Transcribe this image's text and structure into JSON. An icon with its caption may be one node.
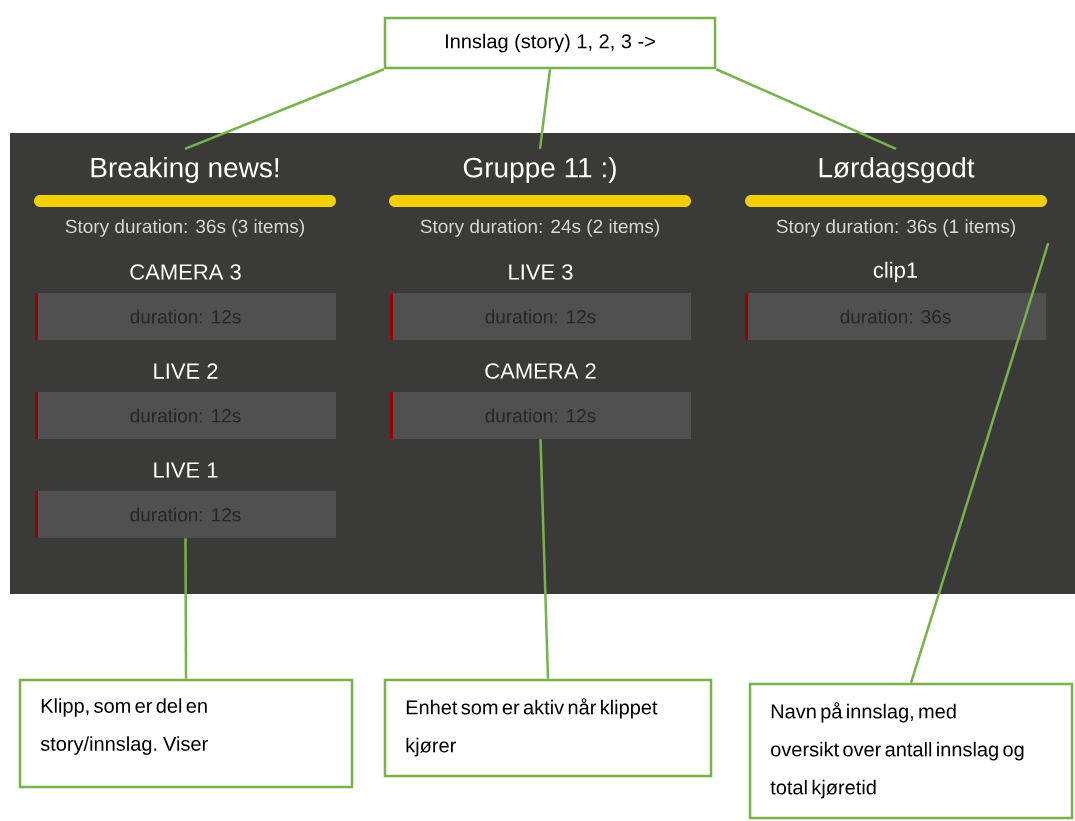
{
  "diagram": {
    "nodes": [
      {
        "text": [
          "Innslag (story) 1, 2, 3 ->"
        ]
      },
      {
        "text": [],
        "shape": "box"
      },
      {
        "text": [
          "Breaking news!",
          "Story duration: 36s (3 items)"
        ],
        "in": 1
      },
      {
        "text": [
          "Gruppe 11 :)",
          "Story duration: 24s (2 items)"
        ],
        "in": 1
      },
      {
        "text": [
          "Lørdagsgodt",
          "Story duration: 36s (1 items)"
        ],
        "in": 1
      },
      {
        "text": [
          "CAMERA 3",
          "duration: 12s"
        ],
        "in": 1
      },
      {
        "text": [
          "LIVE 2",
          "duration: 12s"
        ],
        "in": 1
      },
      {
        "text": [
          "LIVE 1",
          "duration: 12s"
        ],
        "in": 1
      },
      {
        "text": [
          "LIVE 3",
          "duration: 12s"
        ],
        "in": 1
      },
      {
        "text": [
          "CAMERA 2",
          "duration: 12s"
        ],
        "in": 1
      },
      {
        "text": [
          "clip1",
          "duration: 36s"
        ],
        "in": 1
      },
      {
        "text": [
          "Klipp, som er del en story/innslag. Viser"
        ]
      },
      {
        "text": [
          "Enhet som er aktiv når klippet kjører"
        ]
      },
      {
        "text": [
          "Navn på innslag, med oversikt over antall innslag og total kjøretid"
        ]
      }
    ],
    "edges": [
      {
        "from": 0,
        "to": 2,
        "arrow": "none"
      },
      {
        "from": 0,
        "to": 3,
        "arrow": "none"
      },
      {
        "from": 0,
        "to": 4,
        "arrow": "none"
      },
      {
        "from": 11,
        "to": 7,
        "arrow": "none"
      },
      {
        "from": 12,
        "to": 9,
        "arrow": "none"
      },
      {
        "from": 13,
        "to": 4,
        "arrow": "none"
      }
    ]
  }
}
